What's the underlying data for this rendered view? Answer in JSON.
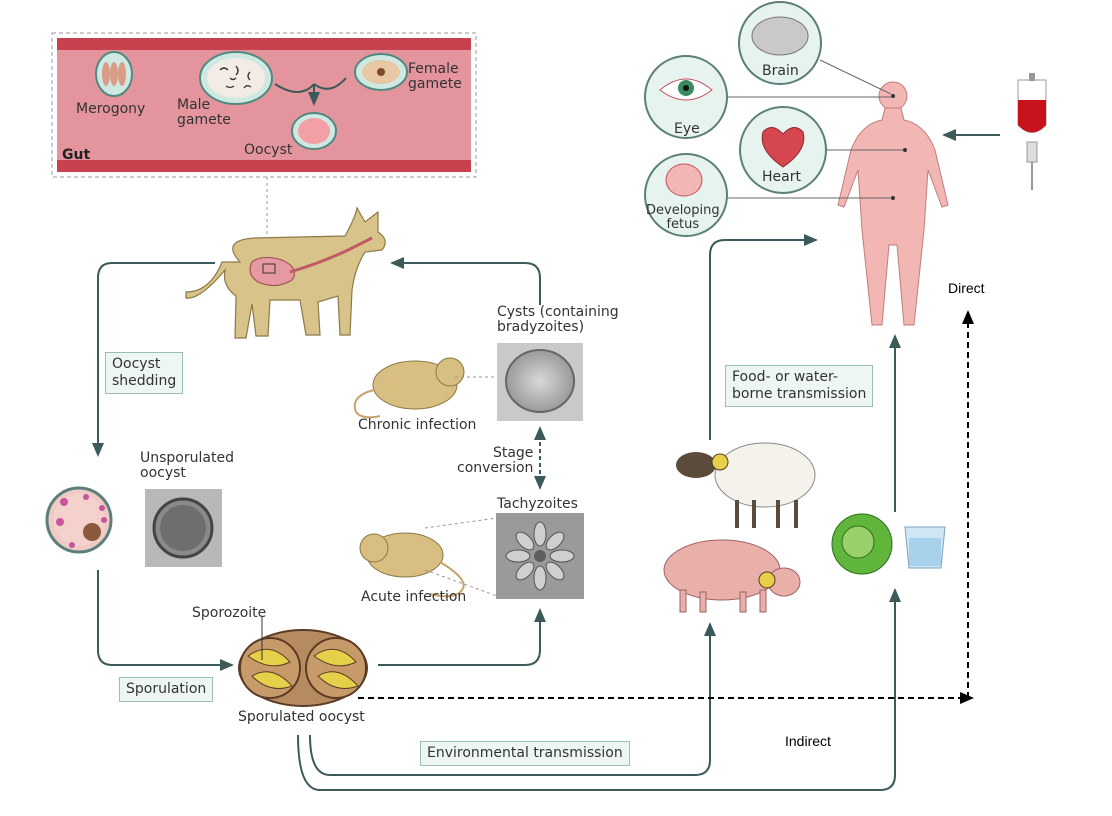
{
  "gut_panel": {
    "title": "Gut",
    "merogony": "Merogony",
    "male_gamete": "Male\ngamete",
    "female_gamete": "Female\ngamete",
    "oocyst": "Oocyst"
  },
  "left_cycle": {
    "oocyst_shedding": "Oocyst\nshedding",
    "unsporulated": "Unsporulated\noocyst",
    "sporozoite": "Sporozoite",
    "sporulation": "Sporulation",
    "sporulated_oocyst": "Sporulated oocyst"
  },
  "intermediate": {
    "cysts": "Cysts (containing\nbradyzoites)",
    "chronic": "Chronic infection",
    "stage_conversion": "Stage\nconversion",
    "tachyzoites": "Tachyzoites",
    "acute": "Acute infection"
  },
  "human": {
    "brain": "Brain",
    "eye": "Eye",
    "heart": "Heart",
    "fetus": "Developing\nfetus"
  },
  "transmission": {
    "food_water": "Food- or water-\nborne transmission",
    "environmental": "Environmental transmission",
    "direct": "Direct",
    "indirect": "Indirect"
  },
  "colors": {
    "arrow": "#3d5a5a",
    "gut_red": "#c23a4a",
    "gut_pink": "#e69aa0",
    "cat": "#d8c48a",
    "human": "#f2b7b4",
    "mouse": "#d9be82"
  }
}
